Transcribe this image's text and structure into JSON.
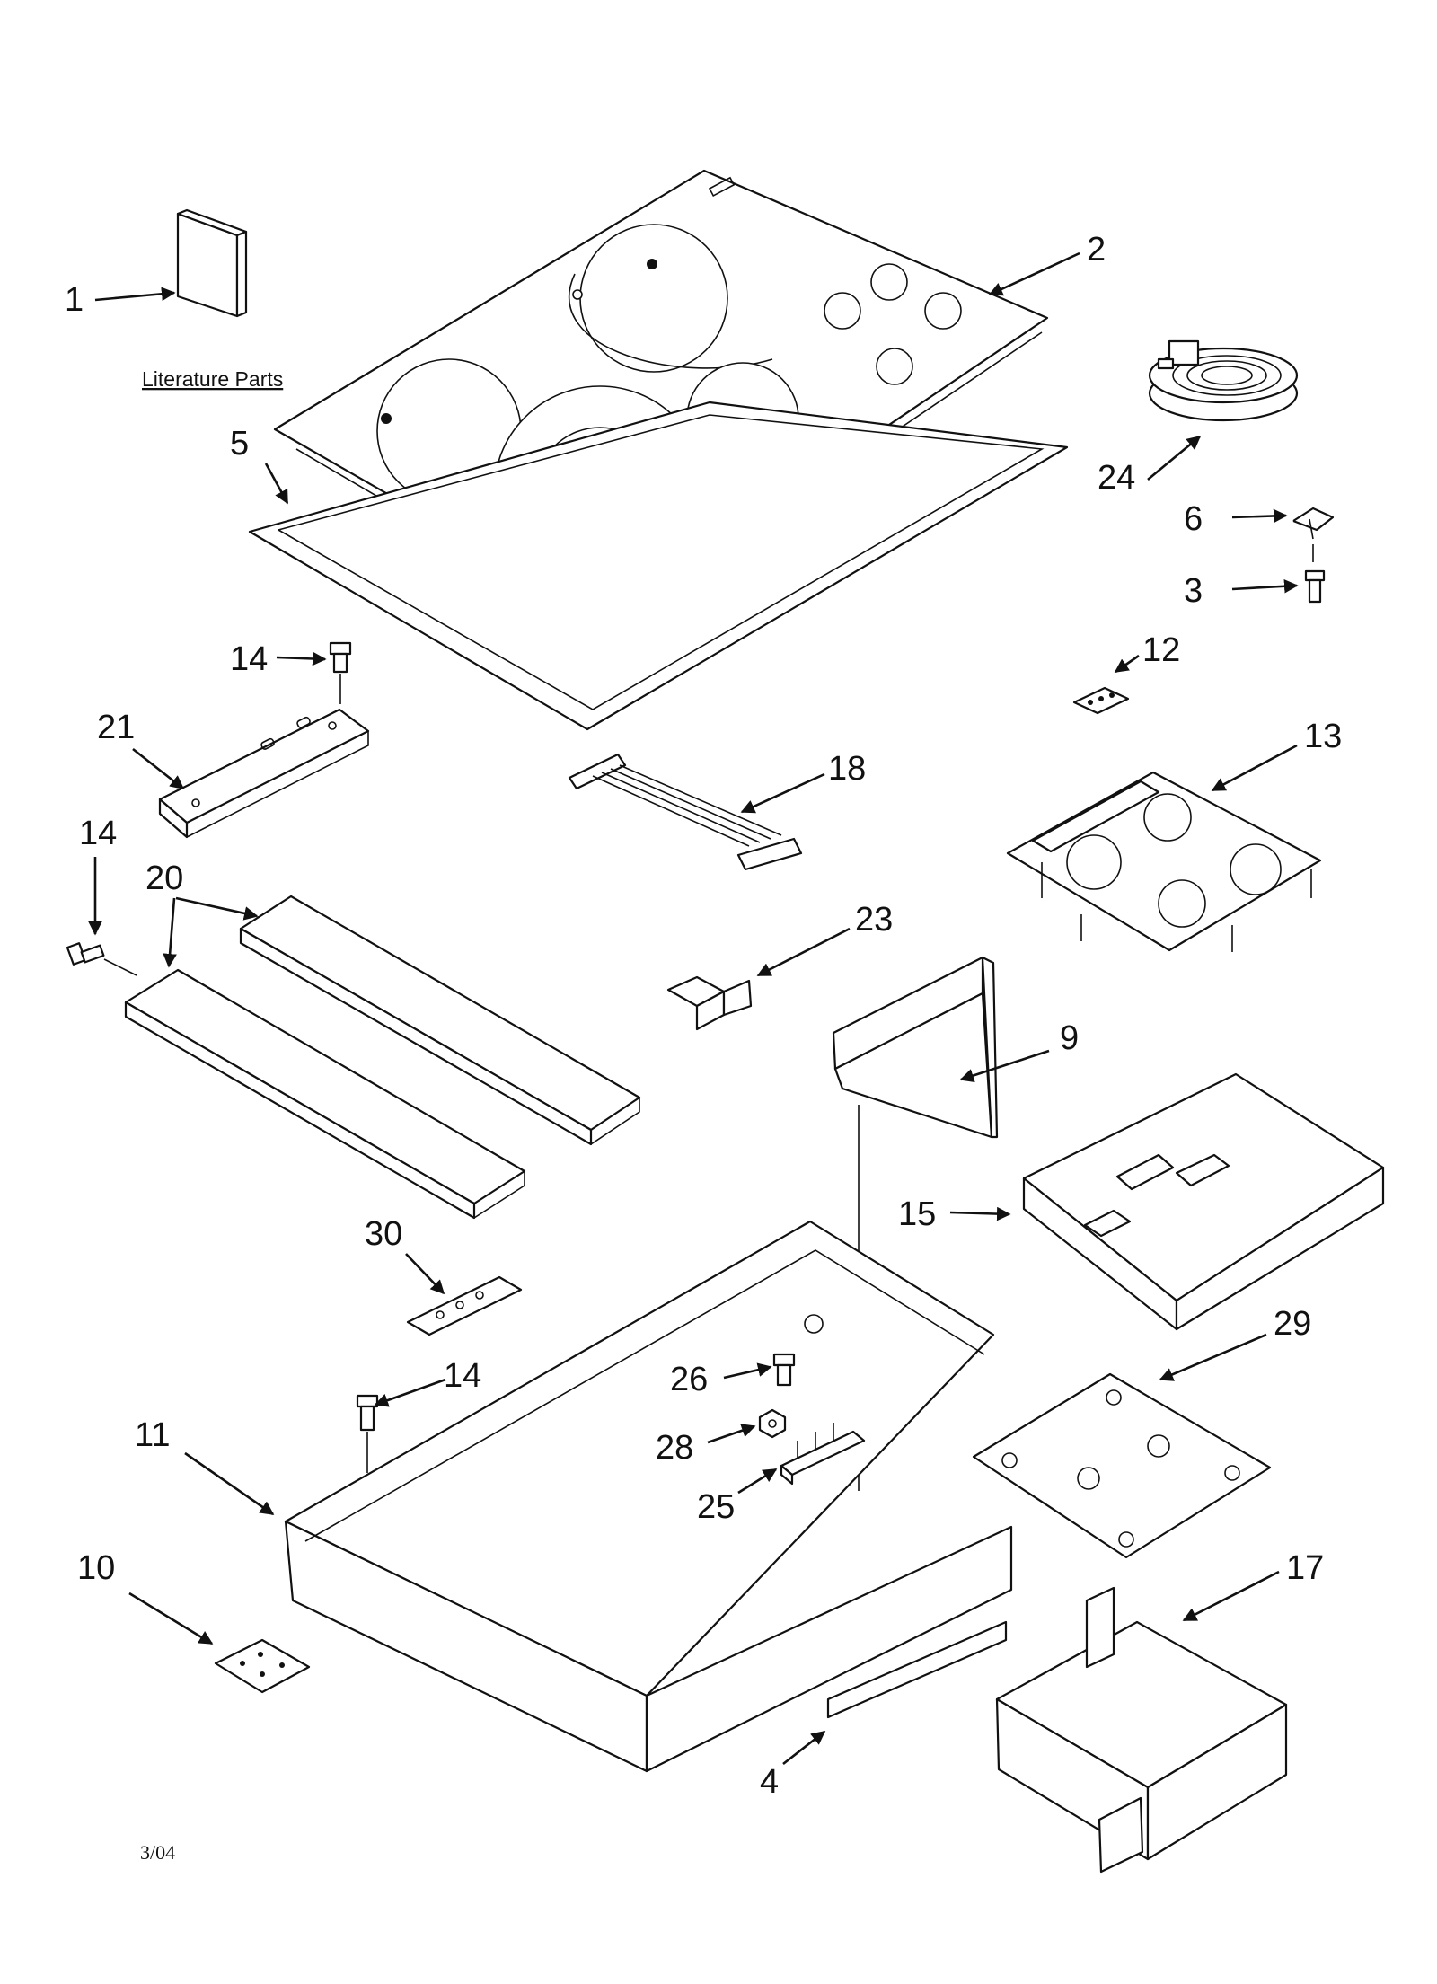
{
  "callouts": {
    "c1": "1",
    "c2": "2",
    "c3": "3",
    "c4": "4",
    "c5": "5",
    "c6": "6",
    "c9": "9",
    "c10": "10",
    "c11": "11",
    "c12": "12",
    "c13": "13",
    "c14a": "14",
    "c14b": "14",
    "c14c": "14",
    "c15": "15",
    "c17": "17",
    "c18": "18",
    "c20": "20",
    "c21": "21",
    "c23": "23",
    "c24": "24",
    "c25": "25",
    "c26": "26",
    "c28": "28",
    "c29": "29",
    "c30": "30"
  },
  "literature_label": "Literature Parts",
  "date_code": "3/04"
}
